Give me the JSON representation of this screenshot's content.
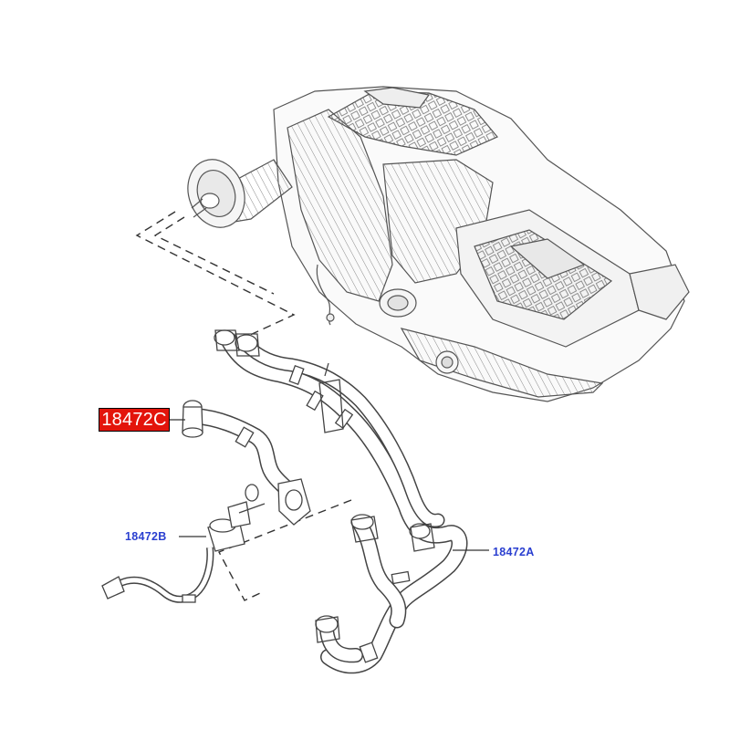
{
  "callouts": {
    "highlighted": "18472C",
    "part_b": "18472B",
    "part_a": "18472A"
  },
  "colors": {
    "highlight_bg": "#e3140b",
    "callout_text": "#2a3fd0",
    "line": "#333333"
  }
}
